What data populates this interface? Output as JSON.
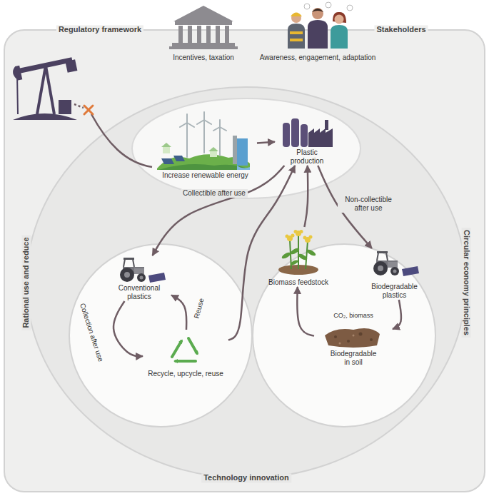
{
  "diagram": {
    "nodes": [
      {
        "text": [
          "Increase renewable energy"
        ]
      },
      {
        "text": [
          "Plastic production"
        ]
      },
      {
        "text": [
          "Conventional plastics"
        ]
      },
      {
        "text": [
          "Recycle, upcycle, reuse"
        ]
      },
      {
        "text": [
          "Biomass feedstock"
        ]
      },
      {
        "text": [
          "Biodegradable plastics"
        ]
      },
      {
        "text": [
          "Biodegradable in soil"
        ]
      }
    ],
    "edges": [
      {
        "from": 0,
        "to": 1,
        "arrow": "to"
      },
      {
        "from": 1,
        "to": 2,
        "label": "Collectible after use",
        "arrow": "to"
      },
      {
        "from": 1,
        "to": 5,
        "label": "Non-collectible after use",
        "arrow": "to"
      },
      {
        "from": 2,
        "to": 3,
        "label": "Collection after use",
        "arrow": "to"
      },
      {
        "from": 3,
        "to": 2,
        "label": "Reuse",
        "arrow": "to"
      },
      {
        "from": 3,
        "to": 1,
        "arrow": "to"
      },
      {
        "from": 4,
        "to": 1,
        "arrow": "to"
      },
      {
        "from": 5,
        "to": 6,
        "arrow": "to"
      },
      {
        "from": 6,
        "to": 4,
        "arrow": "to"
      }
    ],
    "labels": [
      "Regulatory framework",
      "Incentives, taxation",
      "Awareness, engagement, adaptation",
      "Stakeholders",
      "Rational use and reduce",
      "Circular economy principles",
      "Technology innovation",
      "CO₂, biomass"
    ]
  }
}
